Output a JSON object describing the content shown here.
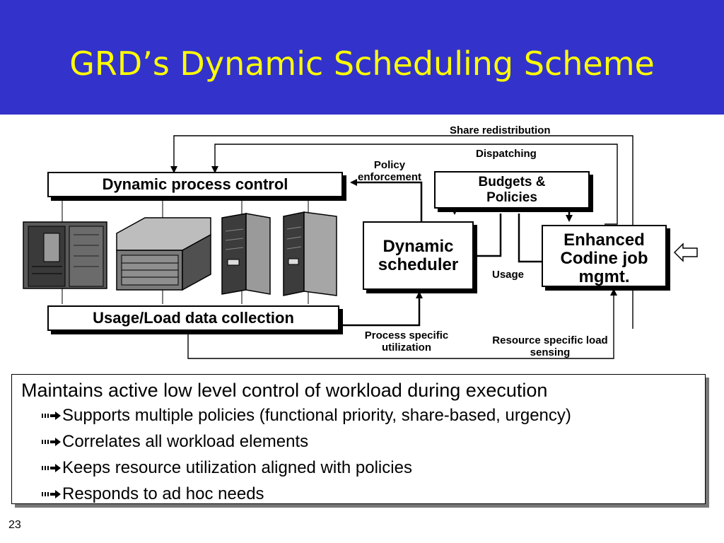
{
  "slide": {
    "title": "GRD’s Dynamic Scheduling Scheme",
    "page_number": "23"
  },
  "diagram": {
    "boxes": {
      "dynamic_process_control": "Dynamic process control",
      "usage_load": "Usage/Load data collection",
      "budgets": "Budgets & Policies",
      "dynamic_scheduler": "Dynamic scheduler",
      "enhanced_codine": "Enhanced Codine job mgmt."
    },
    "labels": {
      "share_redistribution": "Share redistribution",
      "dispatching": "Dispatching",
      "policy_enforcement": "Policy enforcement",
      "usage": "Usage",
      "process_specific": "Process specific utilization",
      "resource_specific": "Resource specific load sensing"
    },
    "icons": [
      "server-cabinet-icon",
      "server-cabinet-icon",
      "mainframe-icon",
      "tower-server-icon",
      "tower-server-icon",
      "hollow-arrow-left-icon"
    ]
  },
  "text_box": {
    "main": "Maintains active low level control of workload during execution",
    "bullets": [
      "Supports multiple policies (functional priority, share-based, urgency)",
      "Correlates all workload elements",
      "Keeps resource utilization aligned with policies",
      "Responds to ad hoc needs"
    ]
  },
  "colors": {
    "title_background": "#3333cc",
    "title_text": "#ffff00"
  }
}
